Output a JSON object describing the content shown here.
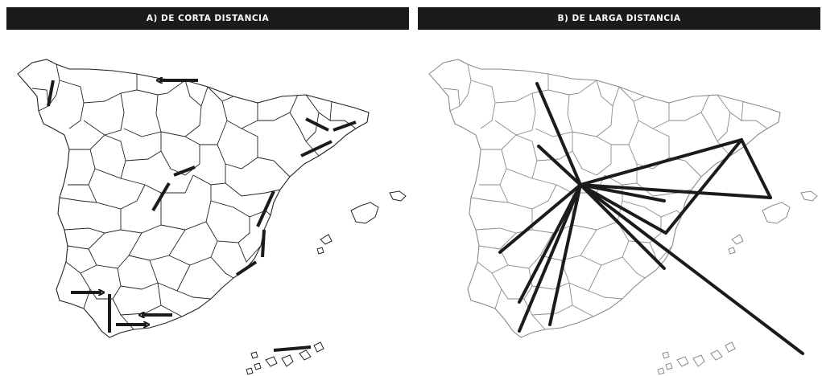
{
  "panels": [
    {
      "id": "a",
      "title": "A) DE CORTA DISTANCIA",
      "map_style": "black-borders"
    },
    {
      "id": "b",
      "title": "B) DE LARGA DISTANCIA",
      "map_style": "grey-borders"
    }
  ],
  "colors": {
    "header_bg": "#1b1b1b",
    "header_text": "#ffffff",
    "route": "#1b1b1b",
    "border_a": "#222222",
    "border_b": "#8a8a8a",
    "background": "#ffffff"
  },
  "routes_short": [
    {
      "from": "cantabria-coast",
      "to": "asturias-coast",
      "arrow": true
    },
    {
      "from": "galicia-north",
      "to": "galicia-south",
      "arrow": false
    },
    {
      "from": "huesca-east",
      "to": "lleida",
      "arrow": false
    },
    {
      "from": "lleida-east",
      "to": "barcelona",
      "arrow": false
    },
    {
      "from": "tarragona",
      "to": "barcelona-south",
      "arrow": false
    },
    {
      "from": "segovia",
      "to": "madrid-north",
      "arrow": false
    },
    {
      "from": "madrid-west",
      "to": "toledo",
      "arrow": false
    },
    {
      "from": "valencia-north",
      "to": "valencia-south",
      "arrow": false
    },
    {
      "from": "valencia-south",
      "to": "alicante",
      "arrow": false
    },
    {
      "from": "alicante",
      "to": "murcia",
      "arrow": false
    },
    {
      "from": "huelva",
      "to": "sevilla",
      "arrow": true
    },
    {
      "from": "sevilla-north",
      "to": "cadiz",
      "arrow": false
    },
    {
      "from": "cadiz-east",
      "to": "malaga-west",
      "arrow": true
    },
    {
      "from": "malaga",
      "to": "malaga-west",
      "arrow": true
    },
    {
      "from": "canarias-west",
      "to": "canarias-east",
      "arrow": false
    }
  ],
  "routes_long": [
    {
      "from": "madrid",
      "to": "barcelona"
    },
    {
      "from": "madrid",
      "to": "palma"
    },
    {
      "from": "madrid",
      "to": "valencia"
    },
    {
      "from": "valencia",
      "to": "barcelona"
    },
    {
      "from": "madrid",
      "to": "asturias"
    },
    {
      "from": "madrid",
      "to": "badajoz"
    },
    {
      "from": "madrid",
      "to": "sevilla"
    },
    {
      "from": "madrid",
      "to": "cadiz"
    },
    {
      "from": "madrid",
      "to": "malaga"
    },
    {
      "from": "madrid",
      "to": "alicante"
    },
    {
      "from": "madrid",
      "to": "canarias"
    },
    {
      "from": "madrid",
      "to": "salamanca"
    }
  ]
}
